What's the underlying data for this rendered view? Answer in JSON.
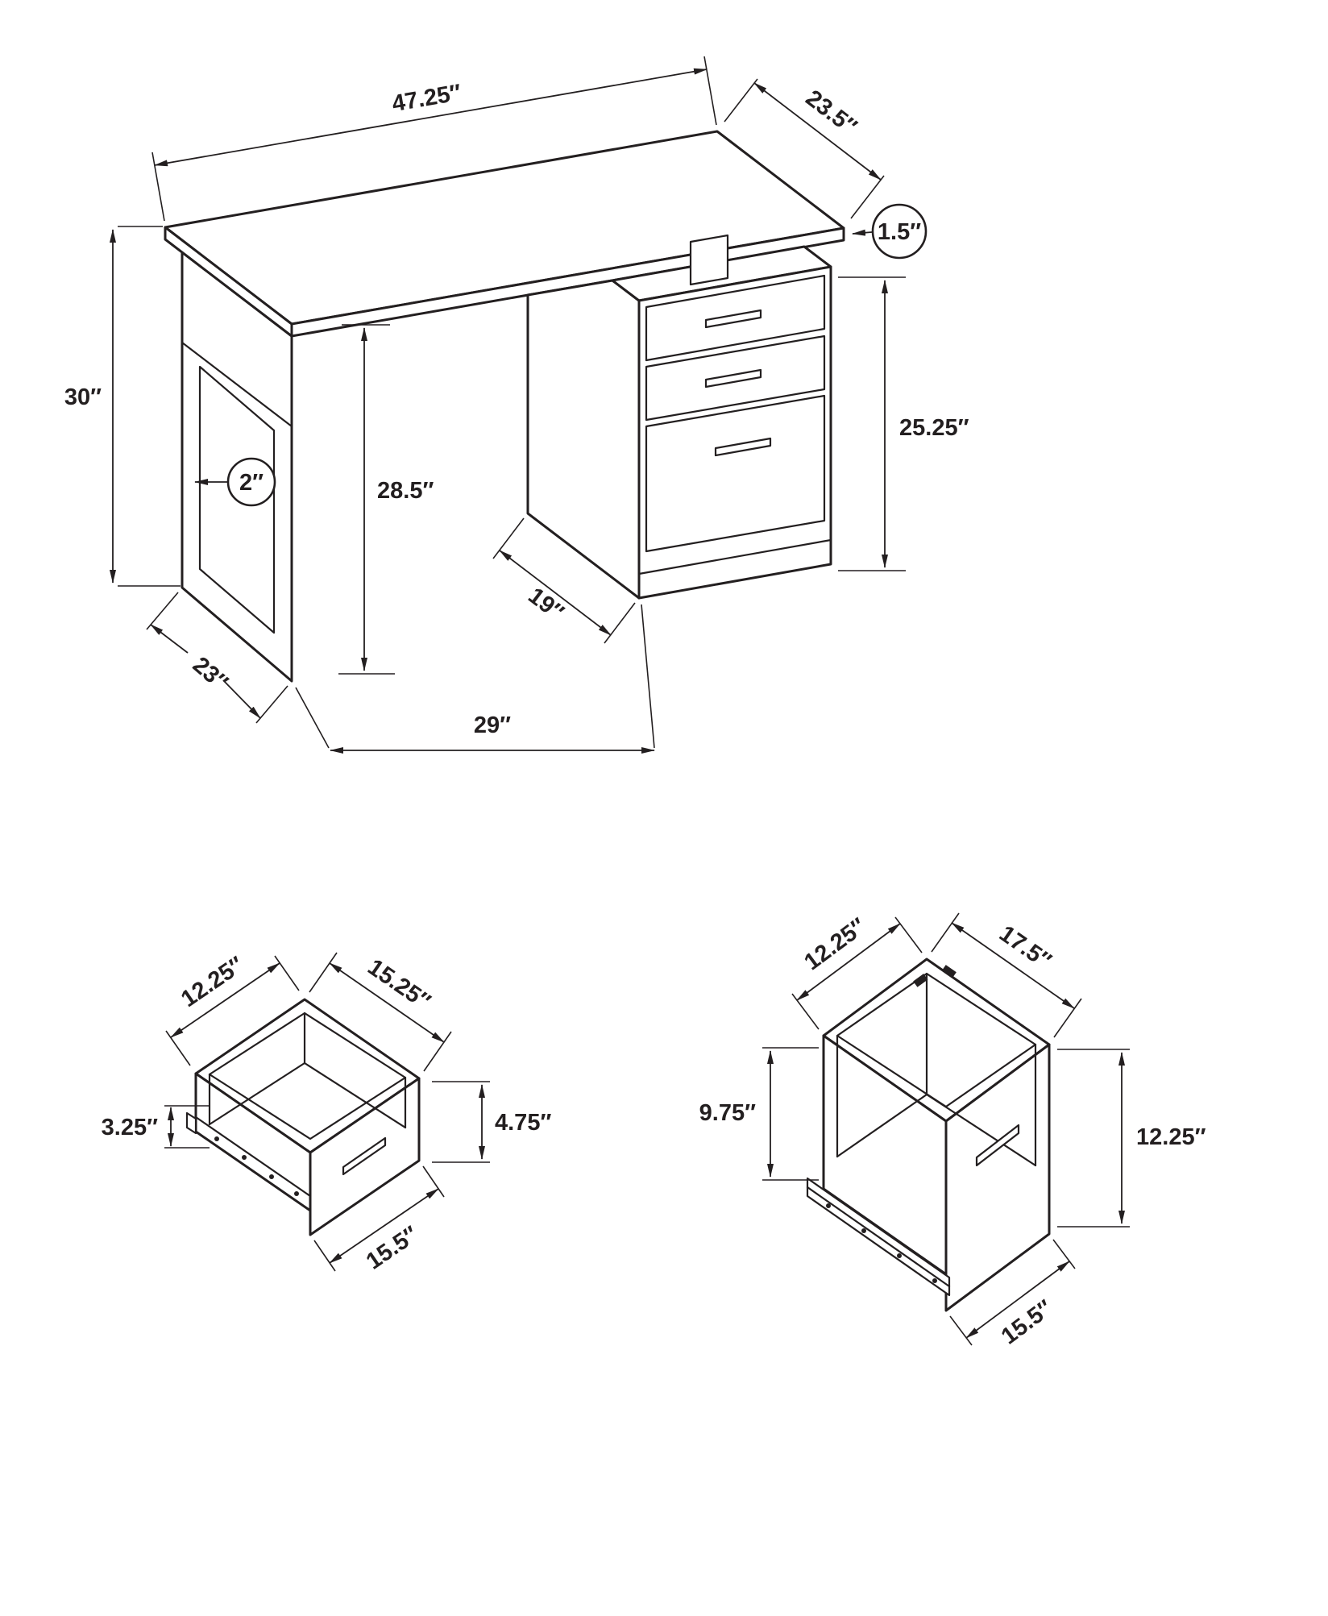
{
  "colors": {
    "line": "#231f20",
    "background": "#ffffff"
  },
  "desk": {
    "dims": {
      "top_length": "47.25″",
      "top_depth": "23.5″",
      "top_thickness": "1.5″",
      "overall_height": "30″",
      "leg_frame_thickness": "2″",
      "clearance_height": "28.5″",
      "cabinet_height": "25.25″",
      "cabinet_depth": "19″",
      "leg_depth": "23″",
      "base_width": "29″"
    }
  },
  "small_drawer": {
    "dims": {
      "inner_depth": "12.25″",
      "inner_width": "15.25″",
      "side_height": "3.25″",
      "front_height": "4.75″",
      "front_width": "15.5″"
    }
  },
  "file_drawer": {
    "dims": {
      "inner_depth": "12.25″",
      "inner_width": "17.5″",
      "side_height": "9.75″",
      "front_height": "12.25″",
      "front_width": "15.5″"
    }
  }
}
